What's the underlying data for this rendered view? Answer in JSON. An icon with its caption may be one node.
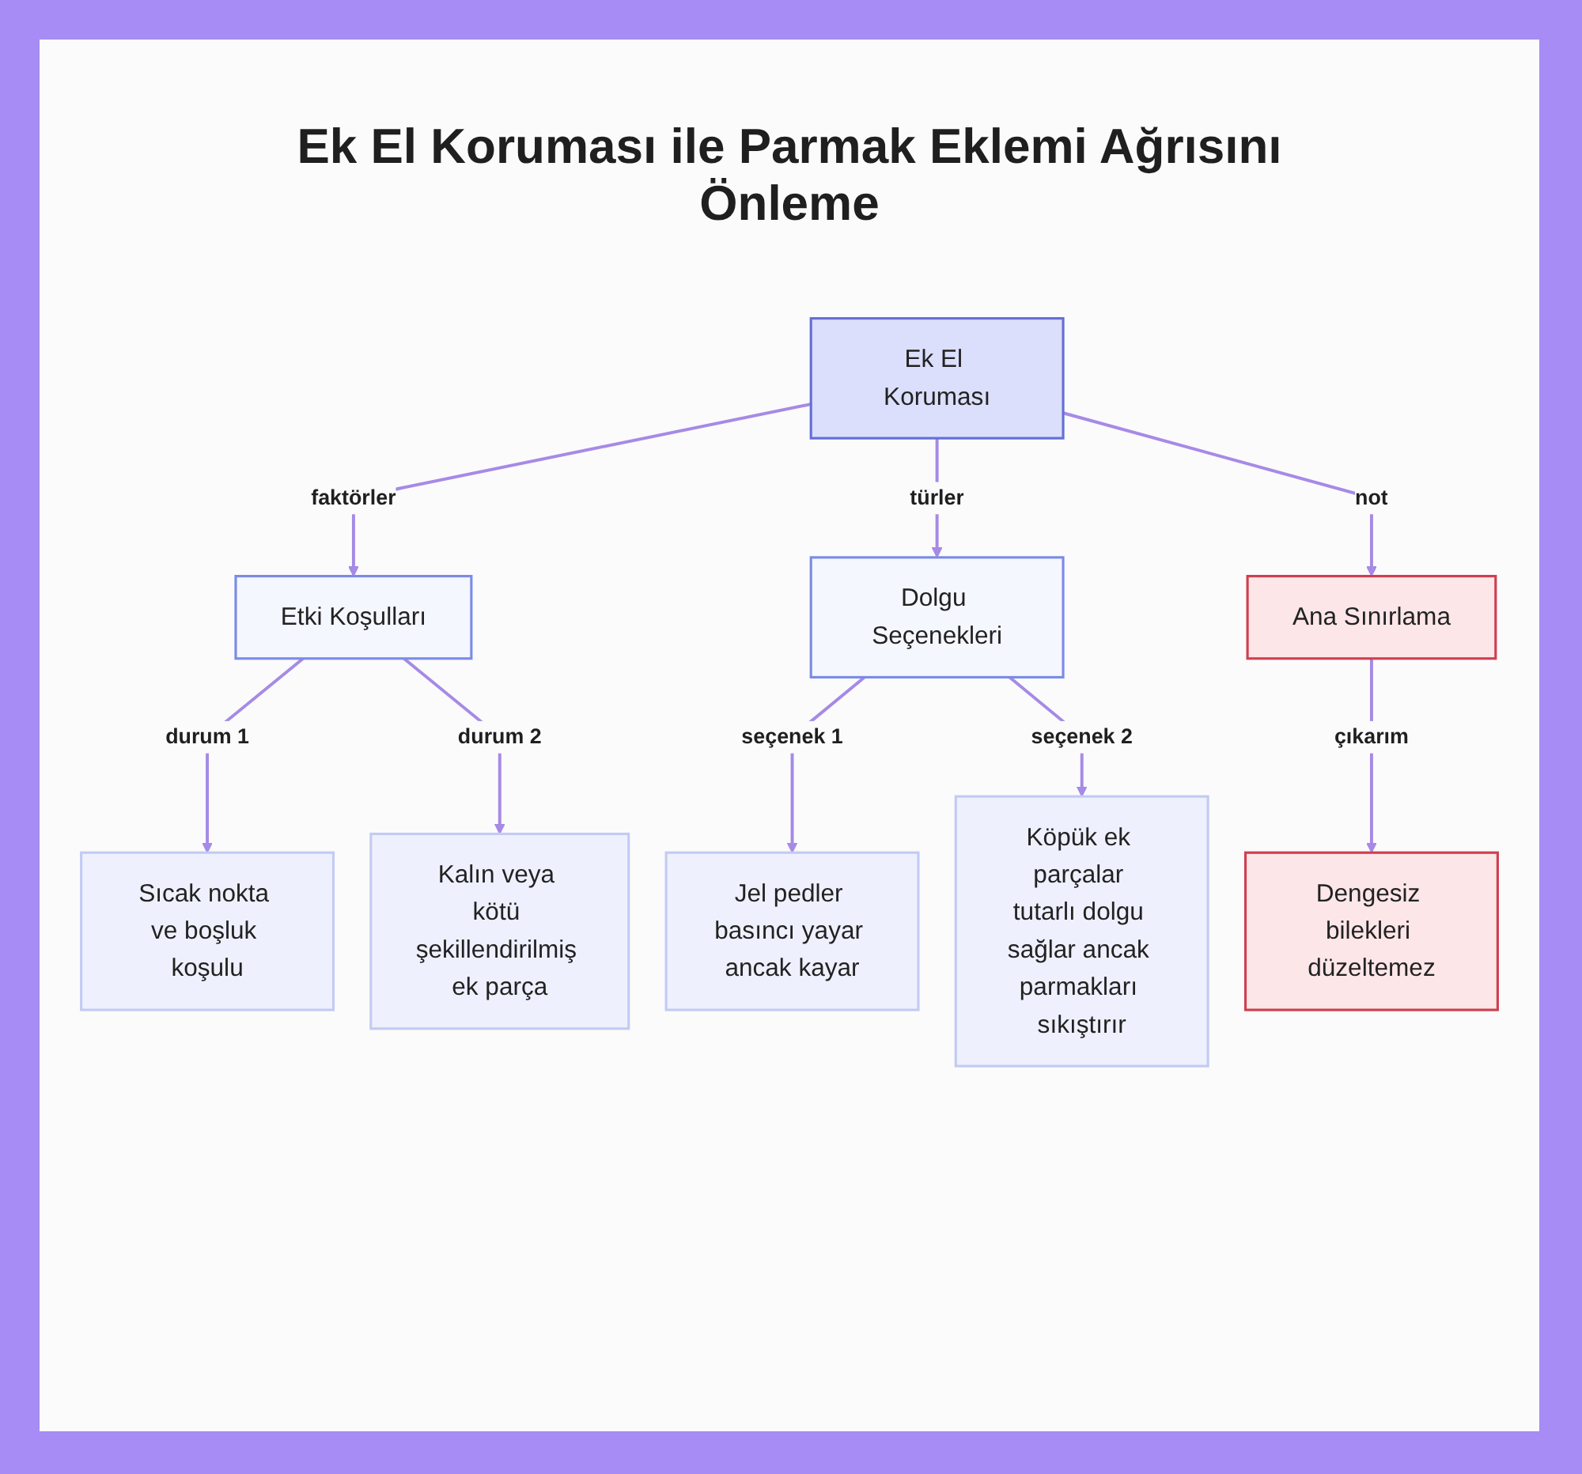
{
  "diagram": {
    "title": "Ek El Koruması ile Parmak Eklemi Ağrısını Önleme",
    "nodes": [
      {
        "text": [
          "Ek El Koruması"
        ]
      },
      {
        "text": [
          "Etki Koşulları"
        ]
      },
      {
        "text": [
          "Dolgu Seçenekleri"
        ]
      },
      {
        "text": [
          "Ana Sınırlama"
        ]
      },
      {
        "text": [
          "Sıcak nokta ve boşluk koşulu"
        ]
      },
      {
        "text": [
          "Kalın veya kötü şekillendirilmiş ek parça"
        ]
      },
      {
        "text": [
          "Jel pedler basıncı yayar ancak kayar"
        ]
      },
      {
        "text": [
          "Köpük ek parçalar tutarlı dolgu sağlar ancak parmakları sıkıştırır"
        ]
      },
      {
        "text": [
          "Dengesiz bilekleri düzeltemez"
        ]
      }
    ],
    "edges": [
      {
        "from": 0,
        "to": 1,
        "arrow": "to",
        "label": "faktörler"
      },
      {
        "from": 0,
        "to": 2,
        "arrow": "to",
        "label": "türler"
      },
      {
        "from": 0,
        "to": 3,
        "arrow": "to",
        "label": "not"
      },
      {
        "from": 1,
        "to": 4,
        "arrow": "to",
        "label": "durum 1"
      },
      {
        "from": 1,
        "to": 5,
        "arrow": "to",
        "label": "durum 2"
      },
      {
        "from": 2,
        "to": 6,
        "arrow": "to",
        "label": "seçenek 1"
      },
      {
        "from": 2,
        "to": 7,
        "arrow": "to",
        "label": "seçenek 2"
      },
      {
        "from": 3,
        "to": 8,
        "arrow": "to",
        "label": "çıkarım"
      }
    ]
  }
}
